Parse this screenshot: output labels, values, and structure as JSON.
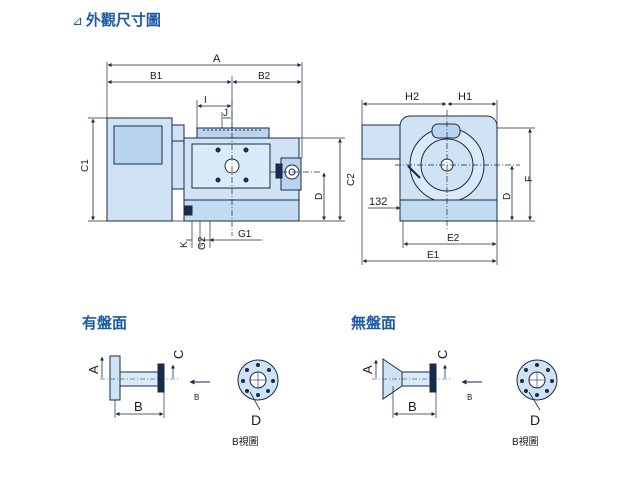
{
  "page": {
    "title_mark": "⊿",
    "title": "外觀尺寸圖",
    "flange_title": "有盤面",
    "noflange_title": "無盤面",
    "view_caption": "B視圖"
  },
  "dimensions": {
    "A": "A",
    "B1": "B1",
    "B2": "B2",
    "C1": "C1",
    "C2": "C2",
    "D": "D",
    "E1": "E1",
    "E2": "E2",
    "F": "F",
    "G1": "G1",
    "G2": "G2",
    "H1": "H1",
    "H2": "H2",
    "I": "I",
    "J": "J",
    "K": "K",
    "val_132": "132"
  },
  "detail_labels": {
    "A": "A",
    "B": "B",
    "C": "C",
    "D": "D",
    "arrow_B": "B"
  },
  "colors": {
    "body_fill": "#cfe3f5",
    "line": "#1a2a4a",
    "title": "#1f5aa6"
  }
}
